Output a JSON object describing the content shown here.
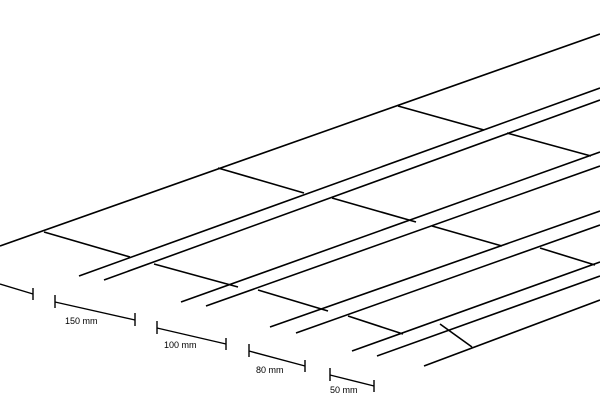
{
  "diagram": {
    "line_color": "#000000",
    "background": "#ffffff",
    "dimension_labels": {
      "w150": "150 mm",
      "w100": "100 mm",
      "w80": "80 mm",
      "w50": "50 mm"
    }
  }
}
